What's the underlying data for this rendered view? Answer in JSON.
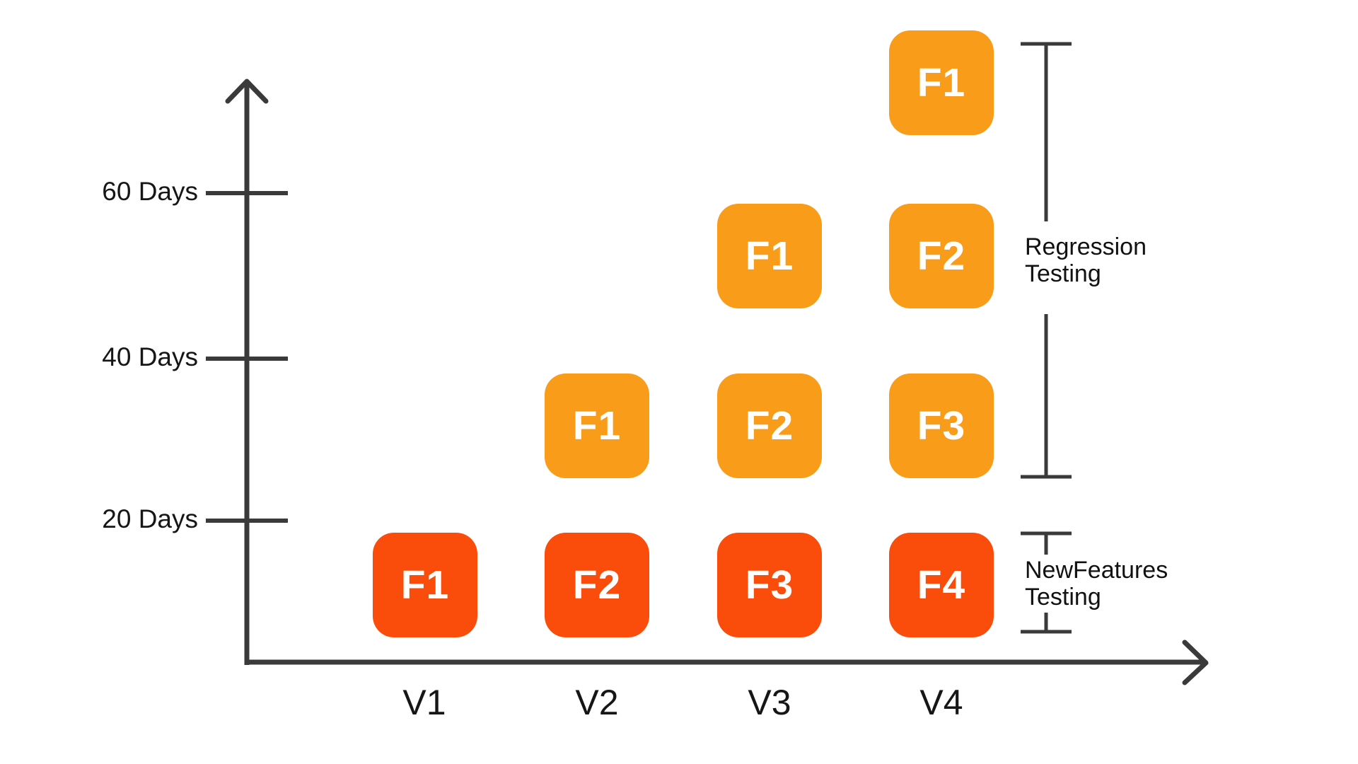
{
  "canvas": {
    "background": "#ffffff"
  },
  "colors": {
    "new_features_box": "#FA4D0C",
    "regression_box": "#F89C1A",
    "line": "#3A3A3A",
    "axis_label_text": "#161616",
    "box_label_text": "#FFFFFF"
  },
  "y_axis": {
    "tick_labels": [
      "60 Days",
      "40 Days",
      "20 Days"
    ]
  },
  "x_axis": {
    "tick_labels": [
      "V1",
      "V2",
      "V3",
      "V4"
    ]
  },
  "boxes": [
    {
      "label": "F1",
      "version": "V1",
      "stage": "new-features-testing"
    },
    {
      "label": "F1",
      "version": "V2",
      "stage": "regression-testing"
    },
    {
      "label": "F2",
      "version": "V2",
      "stage": "new-features-testing"
    },
    {
      "label": "F1",
      "version": "V3",
      "stage": "regression-testing"
    },
    {
      "label": "F2",
      "version": "V3",
      "stage": "regression-testing"
    },
    {
      "label": "F3",
      "version": "V3",
      "stage": "new-features-testing"
    },
    {
      "label": "F1",
      "version": "V4",
      "stage": "regression-testing"
    },
    {
      "label": "F2",
      "version": "V4",
      "stage": "regression-testing"
    },
    {
      "label": "F3",
      "version": "V4",
      "stage": "regression-testing"
    },
    {
      "label": "F4",
      "version": "V4",
      "stage": "new-features-testing"
    }
  ],
  "brackets": {
    "regression": {
      "line1": "Regression",
      "line2": "Testing"
    },
    "new_features": {
      "line1": "NewFeatures",
      "line2": "Testing"
    }
  },
  "chart_data": {
    "type": "table",
    "title": "",
    "x_categories": [
      "V1",
      "V2",
      "V3",
      "V4"
    ],
    "y_tick_labels": [
      "20 Days",
      "40 Days",
      "60 Days"
    ],
    "columns": {
      "V1": [
        "F1"
      ],
      "V2": [
        "F2",
        "F1"
      ],
      "V3": [
        "F3",
        "F2",
        "F1"
      ],
      "V4": [
        "F4",
        "F3",
        "F2",
        "F1"
      ]
    },
    "groups": [
      {
        "label": "NewFeatures Testing",
        "members": [
          "V1:F1",
          "V2:F2",
          "V3:F3",
          "V4:F4"
        ]
      },
      {
        "label": "Regression Testing",
        "members": [
          "V2:F1",
          "V3:F1",
          "V3:F2",
          "V4:F1",
          "V4:F2",
          "V4:F3"
        ]
      }
    ]
  }
}
